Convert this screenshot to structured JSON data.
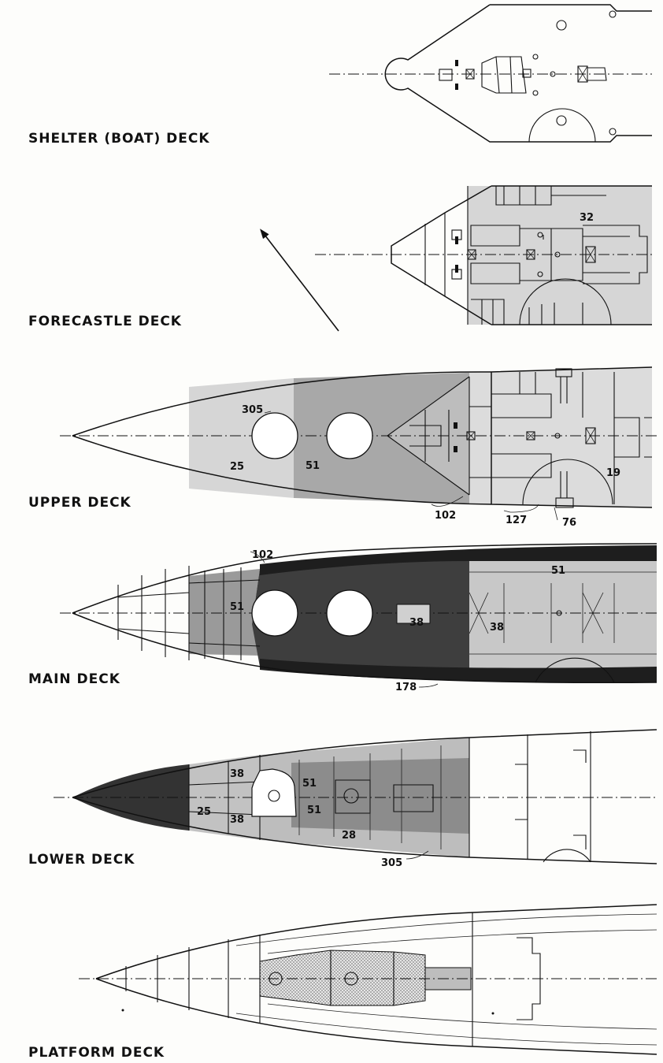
{
  "decks": {
    "shelter": "SHELTER (BOAT) DECK",
    "forecastle": "FORECASTLE DECK",
    "upper": "UPPER DECK",
    "main": "MAIN DECK",
    "lower": "LOWER DECK",
    "platform": "PLATFORM DECK"
  },
  "zones": {
    "forecastle_32": "32",
    "upper_305": "305",
    "upper_25": "25",
    "upper_51": "51",
    "upper_19": "19",
    "upper_102": "102",
    "upper_127": "127",
    "upper_76": "76",
    "main_102": "102",
    "main_51a": "51",
    "main_51b": "51",
    "main_38a": "38",
    "main_38b": "38",
    "main_178": "178",
    "lower_38a": "38",
    "lower_38b": "38",
    "lower_25": "25",
    "lower_51a": "51",
    "lower_51b": "51",
    "lower_28": "28",
    "lower_305": "305"
  },
  "colors": {
    "light_shade": "#d6d6d6",
    "medium_shade": "#a8a8a8",
    "dark_shade": "#3a3a3a",
    "line": "#111111"
  }
}
